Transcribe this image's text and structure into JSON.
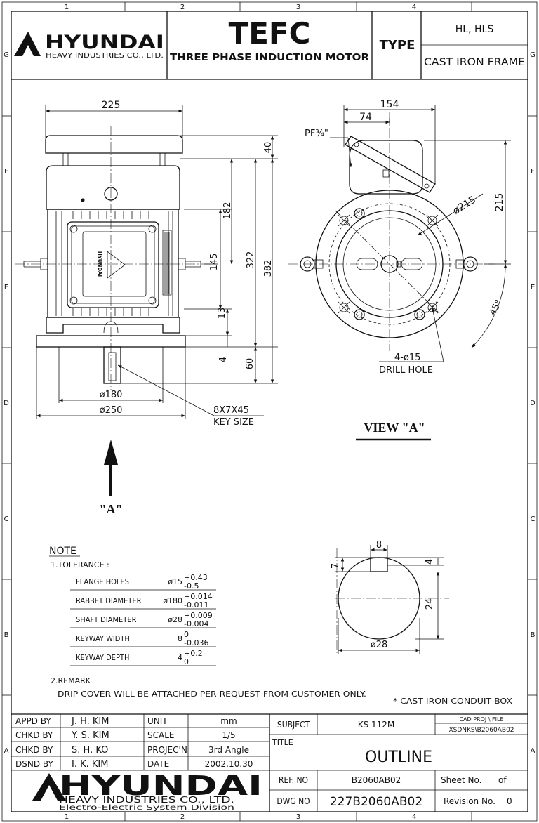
{
  "frame": {
    "cols": [
      "1",
      "2",
      "3",
      "4"
    ],
    "rows": [
      "G",
      "F",
      "E",
      "D",
      "C",
      "B",
      "A"
    ]
  },
  "header": {
    "logo": "HYUNDAI",
    "company": "HEAVY INDUSTRIES CO., LTD.",
    "title": "TEFC",
    "subtitle": "THREE PHASE INDUCTION MOTOR",
    "type_label": "TYPE",
    "type_value": "HL, HLS",
    "frame_value": "CAST IRON FRAME"
  },
  "side_view": {
    "dims": {
      "width_top": "225",
      "h40": "40",
      "h182": "182",
      "h145": "145",
      "h322": "322",
      "h382": "382",
      "h13": "13",
      "h4": "4",
      "h60": "60",
      "d180": "ø180",
      "d250": "ø250",
      "key_size_1": "8X7X45",
      "key_size_2": "KEY SIZE"
    },
    "nameplate": "HYUNDAI"
  },
  "view_a": {
    "label": "VIEW \"A\"",
    "dims": {
      "w154": "154",
      "w74": "74",
      "pf": "PF¾\"",
      "d215": "ø215",
      "h215": "215",
      "angle": "45°",
      "holes_1": "4-ø15",
      "holes_2": "DRILL HOLE"
    }
  },
  "arrow_label": "\"A\"",
  "shaft_section": {
    "w8": "8",
    "h7": "7",
    "h4": "4",
    "h24": "24",
    "d28": "ø28"
  },
  "notes": {
    "title": "NOTE",
    "tol_title": "1.TOLERANCE :",
    "rows": [
      {
        "name": "FLANGE HOLES",
        "nom": "ø15",
        "up": "+0.43",
        "lo": "-0.5"
      },
      {
        "name": "RABBET DIAMETER",
        "nom": "ø180",
        "up": "+0.014",
        "lo": "-0.011"
      },
      {
        "name": "SHAFT DIAMETER",
        "nom": "ø28",
        "up": "+0.009",
        "lo": "-0.004"
      },
      {
        "name": "KEYWAY WIDTH",
        "nom": "8",
        "up": "0",
        "lo": "-0.036"
      },
      {
        "name": "KEYWAY DEPTH",
        "nom": "4",
        "up": "+0.2",
        "lo": "0"
      }
    ],
    "remark_title": "2.REMARK",
    "remark_text": "DRIP COVER WILL BE ATTACHED PER REQUEST FROM CUSTOMER ONLY.",
    "conduit": "* CAST IRON CONDUIT BOX"
  },
  "title_block": {
    "signers": [
      {
        "role": "APPD BY",
        "name": "J. H. KIM"
      },
      {
        "role": "CHKD BY",
        "name": "Y. S. KIM"
      },
      {
        "role": "CHKD BY",
        "name": "S. H. KO"
      },
      {
        "role": "DSND BY",
        "name": "I. K. KIM"
      }
    ],
    "props": [
      {
        "label": "UNIT",
        "value": "mm"
      },
      {
        "label": "SCALE",
        "value": "1/5"
      },
      {
        "label": "PROJEC'N",
        "value": "3rd Angle"
      },
      {
        "label": "DATE",
        "value": "2002.10.30"
      }
    ],
    "subject_label": "SUBJECT",
    "subject_value": "KS 112M",
    "cad_label": "CAD PROJ \\ FILE",
    "cad_value": "XSDNKS\\B2060AB02",
    "title_label": "TITLE",
    "title_value": "OUTLINE",
    "ref_label": "REF. NO",
    "ref_value": "B2060AB02",
    "sheet_label": "Sheet No.",
    "sheet_of": "of",
    "dwg_label": "DWG NO",
    "dwg_value": "227B2060AB02",
    "rev_label": "Revision No.",
    "rev_value": "0",
    "logo": "HYUNDAI",
    "company": "HEAVY INDUSTRIES CO., LTD.",
    "division": "Electro-Electric System Division"
  }
}
